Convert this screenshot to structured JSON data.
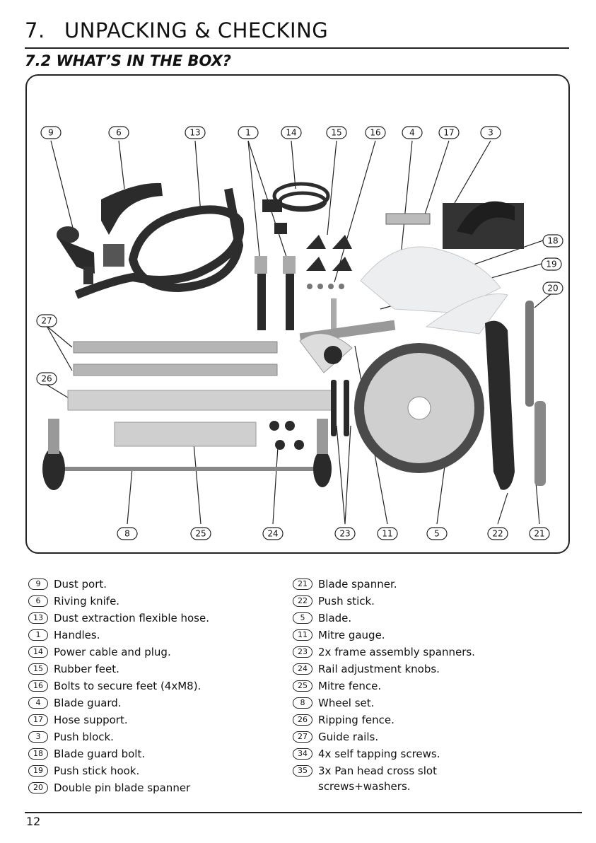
{
  "header": {
    "section_number": "7.",
    "section_title": "UNPACKING & CHECKING",
    "subsection_title": "7.2 WHAT’S IN THE BOX?"
  },
  "figure": {
    "callouts": [
      {
        "num": "9"
      },
      {
        "num": "6"
      },
      {
        "num": "13"
      },
      {
        "num": "1"
      },
      {
        "num": "14"
      },
      {
        "num": "15"
      },
      {
        "num": "16"
      },
      {
        "num": "4"
      },
      {
        "num": "17"
      },
      {
        "num": "3"
      },
      {
        "num": "18"
      },
      {
        "num": "19"
      },
      {
        "num": "20"
      },
      {
        "num": "27"
      },
      {
        "num": "26"
      },
      {
        "num": "8"
      },
      {
        "num": "25"
      },
      {
        "num": "24"
      },
      {
        "num": "23"
      },
      {
        "num": "11"
      },
      {
        "num": "5"
      },
      {
        "num": "22"
      },
      {
        "num": "21"
      }
    ]
  },
  "parts_list": {
    "left": [
      {
        "num": "9",
        "text": "Dust port."
      },
      {
        "num": "6",
        "text": "Riving knife."
      },
      {
        "num": "13",
        "text": "Dust extraction flexible hose."
      },
      {
        "num": "1",
        "text": "Handles."
      },
      {
        "num": "14",
        "text": "Power cable and plug."
      },
      {
        "num": "15",
        "text": "Rubber feet."
      },
      {
        "num": "16",
        "text": "Bolts to secure feet (4xM8)."
      },
      {
        "num": "4",
        "text": "Blade guard."
      },
      {
        "num": "17",
        "text": "Hose support."
      },
      {
        "num": "3",
        "text": "Push block."
      },
      {
        "num": "18",
        "text": "Blade guard bolt."
      },
      {
        "num": "19",
        "text": "Push stick hook."
      },
      {
        "num": "20",
        "text": "Double pin blade spanner"
      }
    ],
    "right": [
      {
        "num": "21",
        "text": "Blade spanner."
      },
      {
        "num": "22",
        "text": "Push stick."
      },
      {
        "num": "5",
        "text": "Blade."
      },
      {
        "num": "11",
        "text": "Mitre gauge."
      },
      {
        "num": "23",
        "text": "2x frame assembly spanners."
      },
      {
        "num": "24",
        "text": "Rail adjustment knobs."
      },
      {
        "num": "25",
        "text": "Mitre fence."
      },
      {
        "num": "8",
        "text": "Wheel set."
      },
      {
        "num": "26",
        "text": "Ripping fence."
      },
      {
        "num": "27",
        "text": "Guide rails."
      },
      {
        "num": "34",
        "text": "4x self tapping screws."
      },
      {
        "num": "35",
        "text": "3x Pan head cross slot screws+washers."
      }
    ]
  },
  "footer": {
    "page_number": "12"
  }
}
